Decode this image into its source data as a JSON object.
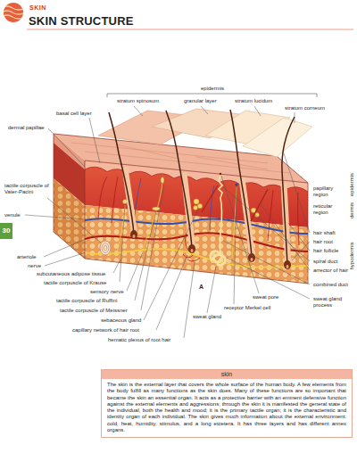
{
  "diagram": {
    "title": "SKIN STRUCTURE",
    "nodes": [
      {
        "text": [
          "skin",
          "The skin is the external layer that covers the whole surface of the human body. A few elements from the body fulfill as many functions as the skin does. Many of these functions are so important that became the skin an essential organ. It acts as a protective barrier with an eminent defensive function against the external elements and aggressions; through the skin it is manifested the general state of the individual, both the health and mood; it is the primary tactile organ; it is the characteristic and identity organ of each individual. The skin gives much information about the external environment: cold, heat, humidity, stimulus, and a long etcetera. It has three layers and has different annex organs."
        ]
      }
    ],
    "labels": [
      "SKIN",
      "epidermis",
      "stratum spinosum",
      "granular layer",
      "stratum lucidum",
      "stratum corneum",
      "basal cell layer",
      "dermal papillae",
      "tactile corpuscle of Vater-Pacini",
      "papillary region",
      "reticular region",
      "epidermis",
      "dermis",
      "hypodermis",
      "venule",
      "30",
      "arteriole",
      "nerve",
      "subcutaneous adipose tissue",
      "tactile corpuscle of Krause",
      "sensory nerve",
      "tactile corpuscle of Ruffini",
      "tactile corpuscle of Meissner",
      "sebaceous gland",
      "capillary network of hair root",
      "hematic plexus of root hair",
      "sweat gland",
      "receptor Merkel cell",
      "sweat pore",
      "hair shaft",
      "hair root",
      "hair follicle",
      "spiral duct",
      "arrector of hair",
      "combined duct",
      "sweat gland process",
      "A"
    ]
  }
}
